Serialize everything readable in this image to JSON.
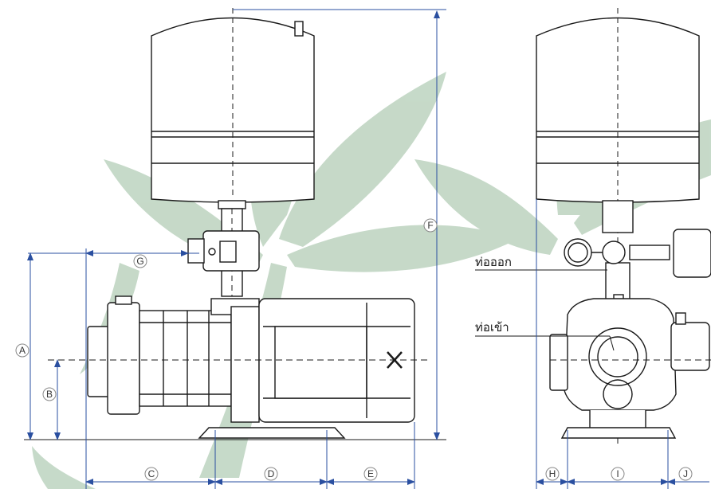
{
  "colors": {
    "line": "#1a1a1a",
    "dimension": "#2a4fa0",
    "watermark": "#c3d8c6",
    "label_ring": "#888888"
  },
  "watermark": {
    "icon": "palm-leaf-watermark"
  },
  "side_view": {
    "dimensions": {
      "A": "A",
      "B": "B",
      "C": "C",
      "D": "D",
      "E": "E",
      "F": "F",
      "G": "G"
    },
    "icons": {
      "motor_logo": "x-logo-icon"
    }
  },
  "front_view": {
    "outlet_label": "ท่อออก",
    "inlet_label": "ท่อเข้า",
    "dimensions": {
      "H": "H",
      "I": "I",
      "J": "J"
    }
  }
}
